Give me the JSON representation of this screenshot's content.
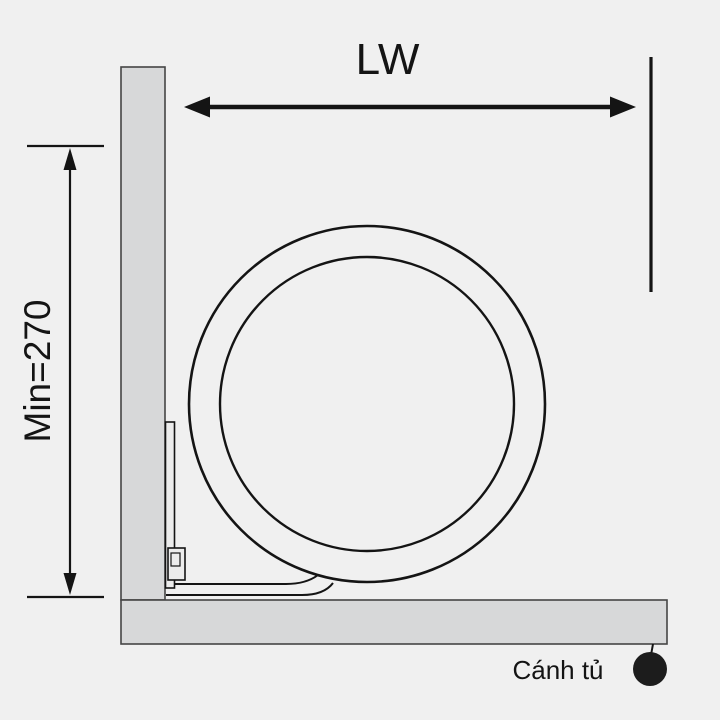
{
  "diagram": {
    "type": "cabinet-hinge-installation-diagram",
    "labels": {
      "width_dimension": "LW",
      "height_dimension": "Min=270",
      "door": "Cánh tủ"
    },
    "colors": {
      "background": "#f0f0f0",
      "panel_fill": "#d7d8d9",
      "panel_stroke": "#454545",
      "line": "#141414",
      "hinge_fill": "#ececec",
      "dot_fill": "#1c1c1c"
    }
  }
}
